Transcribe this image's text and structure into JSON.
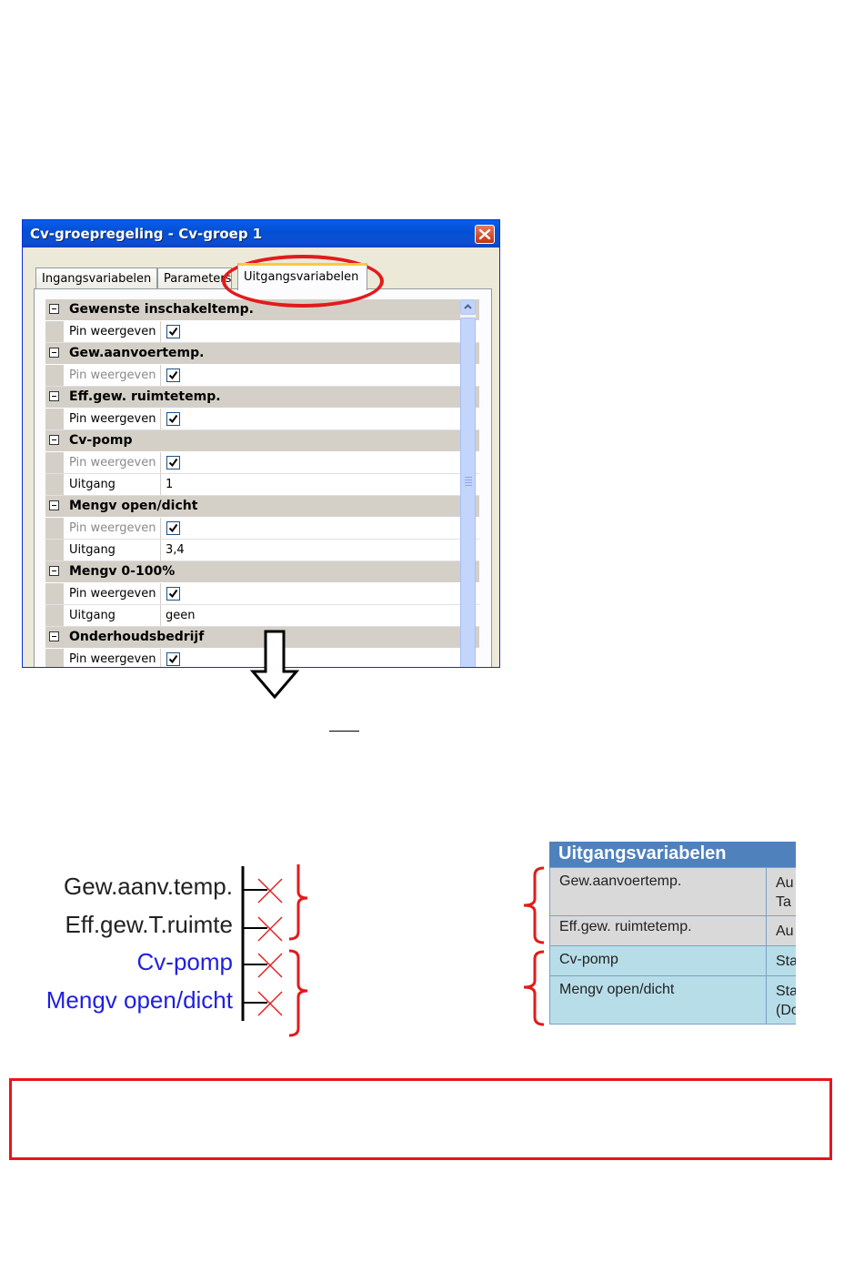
{
  "dialog": {
    "title": "Cv-groepregeling - Cv-groep 1",
    "tabs": [
      {
        "label": "Ingangsvariabelen"
      },
      {
        "label": "Parameters"
      },
      {
        "label": "Uitgangsvariabelen"
      }
    ],
    "grid": [
      {
        "category": "Gewenste inschakeltemp."
      },
      {
        "name": "Pin weergeven",
        "checked": true,
        "disabled": false
      },
      {
        "category": "Gew.aanvoertemp."
      },
      {
        "name": "Pin weergeven",
        "checked": true,
        "disabled": true
      },
      {
        "category": "Eff.gew. ruimtetemp."
      },
      {
        "name": "Pin weergeven",
        "checked": true,
        "disabled": false
      },
      {
        "category": "Cv-pomp"
      },
      {
        "name": "Pin weergeven",
        "checked": true,
        "disabled": true
      },
      {
        "name": "Uitgang",
        "value": "1"
      },
      {
        "category": "Mengv open/dicht"
      },
      {
        "name": "Pin weergeven",
        "checked": true,
        "disabled": true
      },
      {
        "name": "Uitgang",
        "value": "3,4"
      },
      {
        "category": "Mengv 0-100%"
      },
      {
        "name": "Pin weergeven",
        "checked": true,
        "disabled": false
      },
      {
        "name": "Uitgang",
        "value": "geen"
      },
      {
        "category": "Onderhoudsbedrijf"
      },
      {
        "name": "Pin weergeven",
        "checked": true,
        "disabled": false
      }
    ]
  },
  "outputs": [
    {
      "label": "Gew.aanv.temp.",
      "color": "#222222"
    },
    {
      "label": "Eff.gew.T.ruimte",
      "color": "#222222"
    },
    {
      "label": "Cv-pomp",
      "color": "#1f1fe0"
    },
    {
      "label": "Mengv open/dicht",
      "color": "#1f1fe0"
    }
  ],
  "table": {
    "header": "Uitgangsvariabelen",
    "rows": [
      {
        "name": "Gew.aanvoertemp.",
        "value": "Au\nTa"
      },
      {
        "name": "Eff.gew. ruimtetemp.",
        "value": "Au"
      },
      {
        "name": "Cv-pomp",
        "value": "Sta"
      },
      {
        "name": "Mengv open/dicht",
        "value": "Sta\n(Do"
      }
    ]
  },
  "colors": {
    "highlight_red": "#e21b1b",
    "table_header": "#4f81bd",
    "row_grey": "#d9d9d9",
    "row_blue": "#b7dde8"
  },
  "alert": {
    "text": ""
  }
}
